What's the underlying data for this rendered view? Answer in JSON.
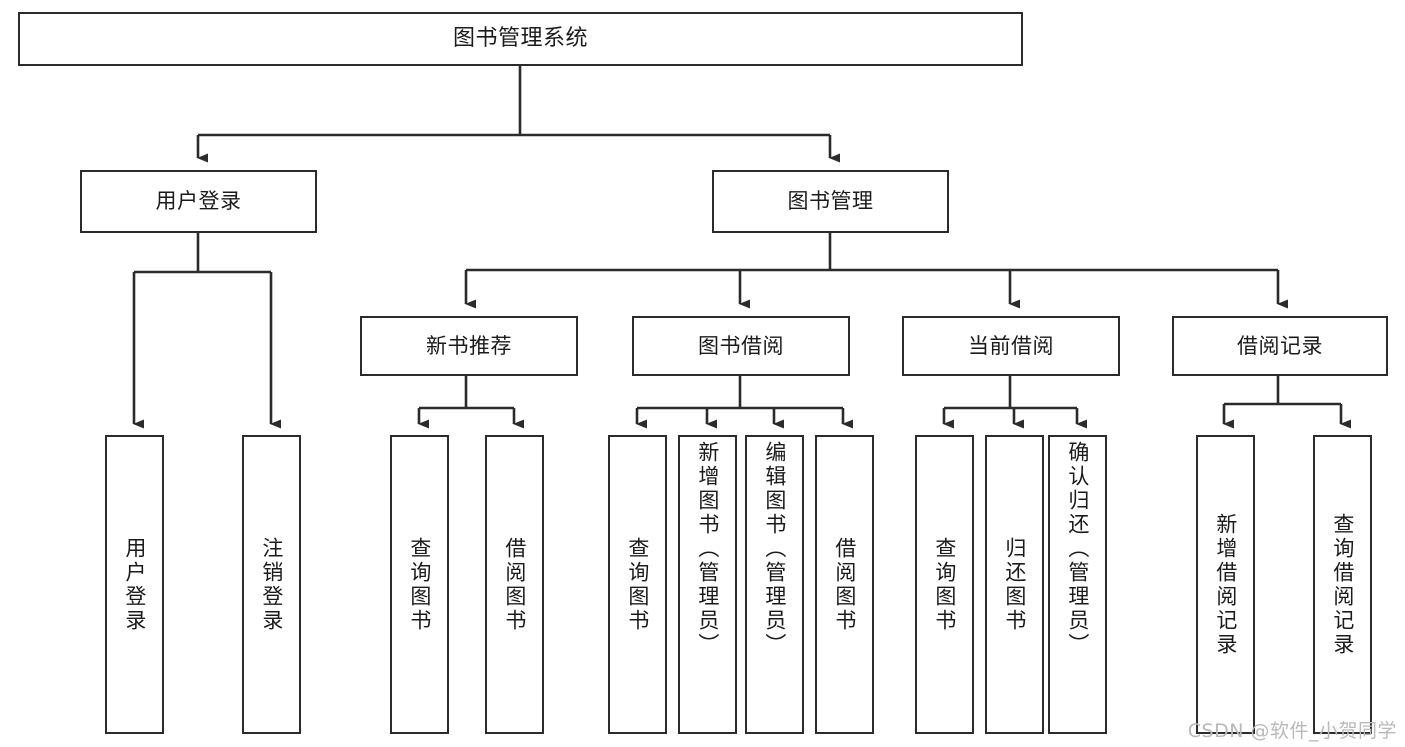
{
  "diagram": {
    "type": "tree-hierarchy",
    "title": "图书管理系统",
    "watermark": "CSDN @软件_小贺同学",
    "colors": {
      "stroke": "#2b2b2b",
      "fill": "#ffffff",
      "text": "#1b1b1b",
      "watermark": "#b9b9b9"
    },
    "levels": [
      {
        "level": 0,
        "nodes": [
          {
            "id": "root",
            "label": "图书管理系统"
          }
        ]
      },
      {
        "level": 1,
        "nodes": [
          {
            "id": "user-login",
            "label": "用户登录"
          },
          {
            "id": "book-manage",
            "label": "图书管理"
          }
        ]
      },
      {
        "level": 2,
        "nodes": [
          {
            "id": "new-book-rec",
            "label": "新书推荐"
          },
          {
            "id": "book-borrow",
            "label": "图书借阅"
          },
          {
            "id": "current-borrow",
            "label": "当前借阅"
          },
          {
            "id": "borrow-record",
            "label": "借阅记录"
          }
        ]
      },
      {
        "level": 3,
        "nodes": [
          {
            "id": "leaf-user-login",
            "label": "用户登录",
            "parent": "user-login"
          },
          {
            "id": "leaf-user-logout",
            "label": "注销登录",
            "parent": "user-login"
          },
          {
            "id": "leaf-query-book-1",
            "label": "查询图书",
            "parent": "new-book-rec"
          },
          {
            "id": "leaf-borrow-book-1",
            "label": "借阅图书",
            "parent": "new-book-rec"
          },
          {
            "id": "leaf-query-book-2",
            "label": "查询图书",
            "parent": "book-borrow"
          },
          {
            "id": "leaf-add-book",
            "label": "新增图书（管理员）",
            "parent": "book-borrow"
          },
          {
            "id": "leaf-edit-book",
            "label": "编辑图书（管理员）",
            "parent": "book-borrow"
          },
          {
            "id": "leaf-borrow-book-2",
            "label": "借阅图书",
            "parent": "book-borrow"
          },
          {
            "id": "leaf-query-book-3",
            "label": "查询图书",
            "parent": "current-borrow"
          },
          {
            "id": "leaf-return-book",
            "label": "归还图书",
            "parent": "current-borrow"
          },
          {
            "id": "leaf-confirm-return",
            "label": "确认归还（管理员）",
            "parent": "current-borrow"
          },
          {
            "id": "leaf-add-record",
            "label": "新增借阅记录",
            "parent": "borrow-record"
          },
          {
            "id": "leaf-query-record",
            "label": "查询借阅记录",
            "parent": "borrow-record"
          }
        ]
      }
    ]
  }
}
